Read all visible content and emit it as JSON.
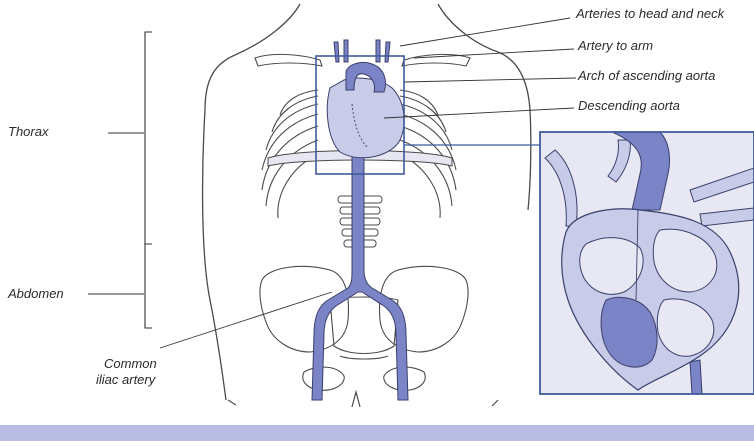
{
  "labels": {
    "arteries_head_neck": "Arteries to head and neck",
    "artery_arm": "Artery to arm",
    "arch_aorta": "Arch of ascending aorta",
    "descending_aorta": "Descending aorta",
    "thorax": "Thorax",
    "abdomen": "Abdomen",
    "common_iliac_line1": "Common",
    "common_iliac_line2": "iliac artery"
  },
  "colors": {
    "artery_fill": "#7b84c6",
    "heart_fill": "#c9cce9",
    "highlight_box": "#3f5b9c",
    "bottom_bar": "#b9bde4",
    "outline": "#4a4a4a"
  }
}
